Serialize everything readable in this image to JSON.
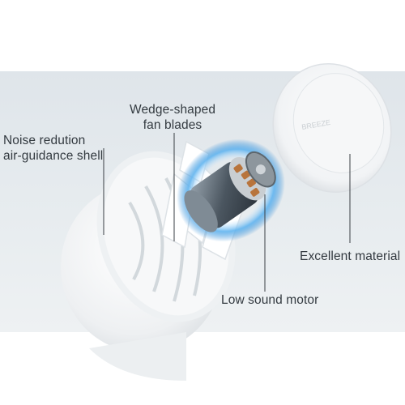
{
  "callouts": {
    "shell": "Noise redution\nair-guidance shell",
    "blades": "Wedge-shaped\nfan blades",
    "material": "Excellent material",
    "motor": "Low sound motor"
  },
  "colors": {
    "background_band": "#e4e9ec",
    "fan_body": "#f4f5f6",
    "motor_blue": "#2f8fd6",
    "motor_copper": "#b8743c",
    "leader_line": "#3a3f44",
    "label_text": "#333a40"
  }
}
